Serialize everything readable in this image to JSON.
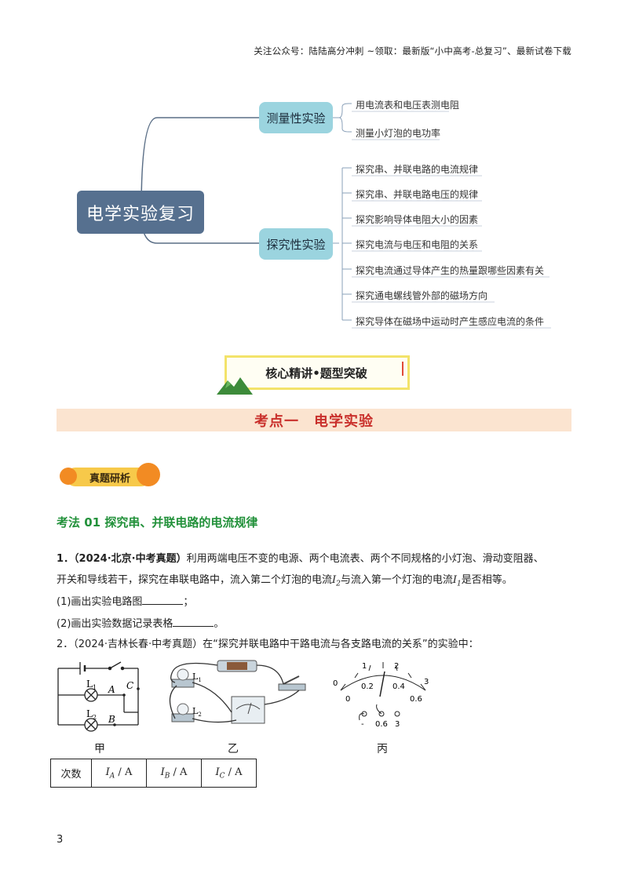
{
  "header": {
    "note": "关注公众号：陆陆高分冲刺  ~领取：最新版“小中高考-总复习”、最新试卷下载"
  },
  "mindmap": {
    "root": "电学实验复习",
    "branches": [
      {
        "label": "测量性实验",
        "leaves": [
          "用电流表和电压表测电阻",
          "测量小灯泡的电功率"
        ]
      },
      {
        "label": "探究性实验",
        "leaves": [
          "探究串、并联电路的电流规律",
          "探究串、并联电路电压的规律",
          "探究影响导体电阻大小的因素",
          "探究电流与电压和电阻的关系",
          "探究电流通过导体产生的热量跟哪些因素有关",
          "探究通电螺线管外部的磁场方向",
          "探究导体在磁场中运动时产生感应电流的条件"
        ]
      }
    ]
  },
  "banner": {
    "text": "核心精讲•题型突破"
  },
  "section": {
    "title": "考点一　电学实验"
  },
  "pill": {
    "text": "真题研析"
  },
  "method": {
    "title": "考法 01  探究串、并联电路的电流规律"
  },
  "q1": {
    "num": "1．",
    "source": "（2024·北京·中考真题）",
    "line1_rest": "利用两端电压不变的电源、两个电流表、两个不同规格的小灯泡、滑动变阻器、",
    "line2_a": "开关和导线若干，探究在串联电路中，流入第二个灯泡的电流",
    "line2_b": "与流入第一个灯泡的电流",
    "line2_c": "是否相等。",
    "i2": "I",
    "i2_sub": "2",
    "i1": "I",
    "i1_sub": "1",
    "sub1": "(1)画出实验电路图",
    "sub1_end": "；",
    "sub2": "(2)画出实验数据记录表格",
    "sub2_end": "。"
  },
  "q2": {
    "num": "2．",
    "source": "（2024·吉林长春·中考真题）",
    "text": "在“探究并联电路中干路电流与各支路电流的关系”的实验中："
  },
  "figures": {
    "labels": [
      "甲",
      "乙",
      "丙"
    ],
    "jia": {
      "l1": "L",
      "l1_sub": "1",
      "l2": "L",
      "l2_sub": "2",
      "a": "A",
      "b": "B",
      "c": "C"
    },
    "yi": {
      "l1": "L",
      "l1_sub": "1",
      "l2": "L",
      "l2_sub": "2"
    },
    "bing": {
      "top_ticks": [
        "0",
        "1",
        "2",
        "3"
      ],
      "bottom_ticks": [
        "0",
        "0.2",
        "0.4",
        "0.6"
      ],
      "terminals": [
        "-",
        "0.6",
        "3"
      ]
    }
  },
  "table": {
    "headers": [
      "次数",
      "I",
      "I",
      "I"
    ],
    "subs": [
      "",
      "A",
      "B",
      "C"
    ],
    "unit": " / A"
  },
  "footer": {
    "page": "3"
  }
}
